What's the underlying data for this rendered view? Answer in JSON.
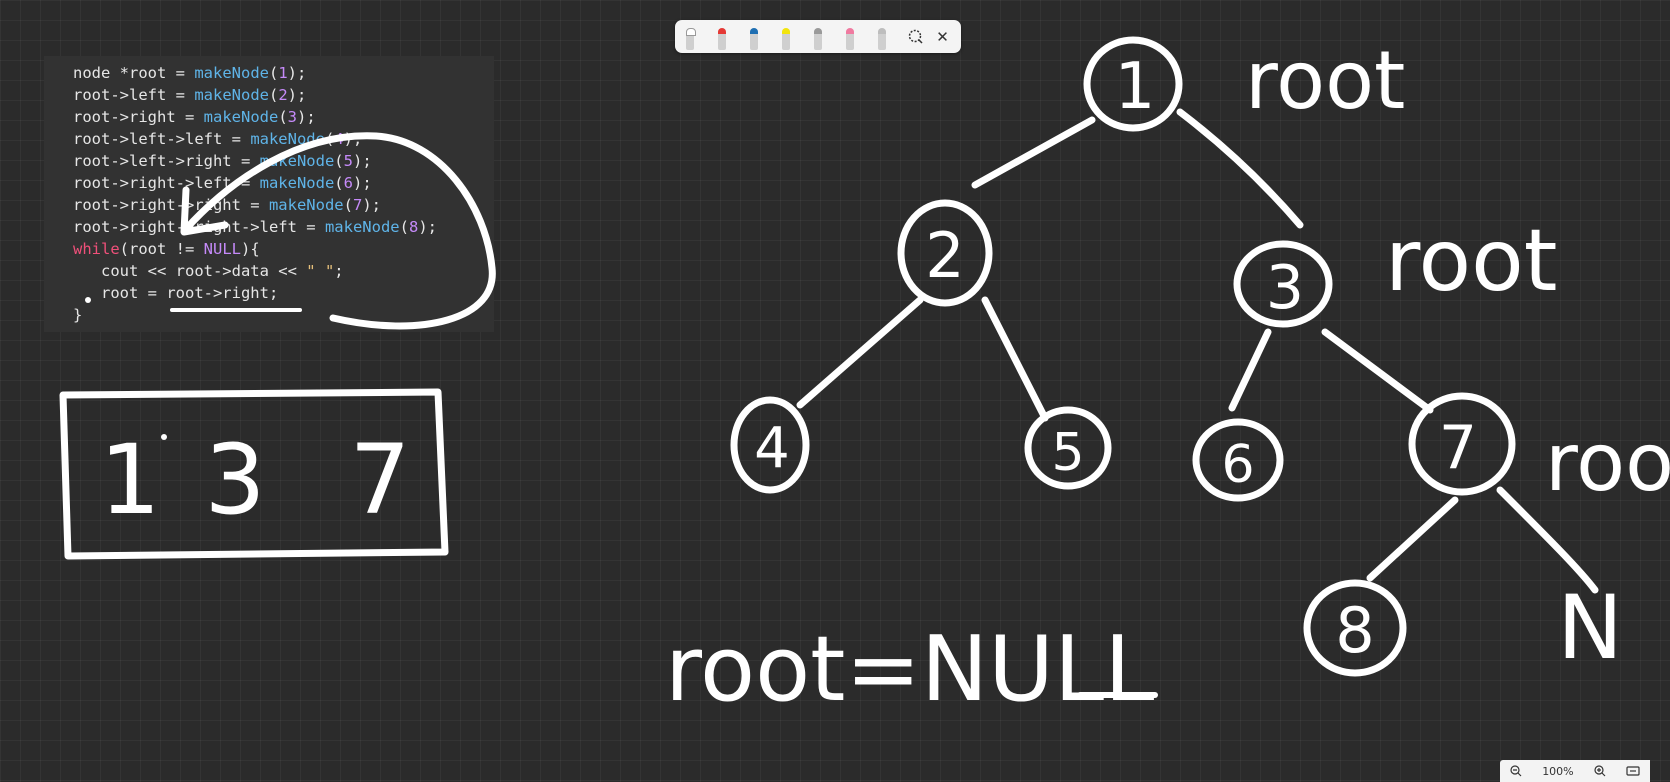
{
  "code": {
    "lines": [
      [
        {
          "t": "node *root = ",
          "c": ""
        },
        {
          "t": "makeNode",
          "c": "fn"
        },
        {
          "t": "(",
          "c": ""
        },
        {
          "t": "1",
          "c": "num"
        },
        {
          "t": ");",
          "c": ""
        }
      ],
      [
        {
          "t": "root->left = ",
          "c": ""
        },
        {
          "t": "makeNode",
          "c": "fn"
        },
        {
          "t": "(",
          "c": ""
        },
        {
          "t": "2",
          "c": "num"
        },
        {
          "t": ");",
          "c": ""
        }
      ],
      [
        {
          "t": "root->right = ",
          "c": ""
        },
        {
          "t": "makeNode",
          "c": "fn"
        },
        {
          "t": "(",
          "c": ""
        },
        {
          "t": "3",
          "c": "num"
        },
        {
          "t": ");",
          "c": ""
        }
      ],
      [
        {
          "t": "root->left->left = ",
          "c": ""
        },
        {
          "t": "makeNode",
          "c": "fn"
        },
        {
          "t": "(",
          "c": ""
        },
        {
          "t": "4",
          "c": "num"
        },
        {
          "t": ");",
          "c": ""
        }
      ],
      [
        {
          "t": "root->left->right = ",
          "c": ""
        },
        {
          "t": "makeNode",
          "c": "fn"
        },
        {
          "t": "(",
          "c": ""
        },
        {
          "t": "5",
          "c": "num"
        },
        {
          "t": ");",
          "c": ""
        }
      ],
      [
        {
          "t": "root->right->left = ",
          "c": ""
        },
        {
          "t": "makeNode",
          "c": "fn"
        },
        {
          "t": "(",
          "c": ""
        },
        {
          "t": "6",
          "c": "num"
        },
        {
          "t": ");",
          "c": ""
        }
      ],
      [
        {
          "t": "root->right->right = ",
          "c": ""
        },
        {
          "t": "makeNode",
          "c": "fn"
        },
        {
          "t": "(",
          "c": ""
        },
        {
          "t": "7",
          "c": "num"
        },
        {
          "t": ");",
          "c": ""
        }
      ],
      [
        {
          "t": "root->right->right->left = ",
          "c": ""
        },
        {
          "t": "makeNode",
          "c": "fn"
        },
        {
          "t": "(",
          "c": ""
        },
        {
          "t": "8",
          "c": "num"
        },
        {
          "t": ");",
          "c": ""
        }
      ],
      [
        {
          "t": "while",
          "c": "kw"
        },
        {
          "t": "(root != ",
          "c": ""
        },
        {
          "t": "NULL",
          "c": "num"
        },
        {
          "t": "){",
          "c": ""
        }
      ],
      [
        {
          "t": "   cout << root->data << ",
          "c": ""
        },
        {
          "t": "\" \"",
          "c": "str"
        },
        {
          "t": ";",
          "c": ""
        }
      ],
      [
        {
          "t": "   root = root->right;",
          "c": ""
        }
      ],
      [
        {
          "t": "}",
          "c": ""
        }
      ]
    ]
  },
  "toolbar": {
    "tools": [
      {
        "name": "pen-white-tool",
        "color": "#ffffff"
      },
      {
        "name": "pen-red-tool",
        "color": "#e53935"
      },
      {
        "name": "pen-blue-tool",
        "color": "#1f6fb2"
      },
      {
        "name": "highlighter-yellow-tool",
        "color": "#f2e40c"
      },
      {
        "name": "pencil-gray-tool",
        "color": "#9a9a9a"
      },
      {
        "name": "pen-pink-tool",
        "color": "#f07aa0"
      },
      {
        "name": "eraser-tool",
        "color": "#bdbdbd"
      }
    ],
    "lasso_icon": "lasso-icon",
    "close_symbol": "✕"
  },
  "output_box": {
    "values": [
      "1",
      "3",
      "7"
    ]
  },
  "tree": {
    "nodes": [
      "1",
      "2",
      "3",
      "4",
      "5",
      "6",
      "7",
      "8"
    ],
    "null_leaf": "N"
  },
  "annotations": {
    "root_labels": [
      "root",
      "root",
      "root"
    ],
    "condition": "root=NULL"
  },
  "zoom": {
    "level": "100%"
  },
  "colors": {
    "canvas": "#2b2b2b",
    "ink": "#ffffff",
    "toolbar_bg": "#f4f4f4"
  }
}
